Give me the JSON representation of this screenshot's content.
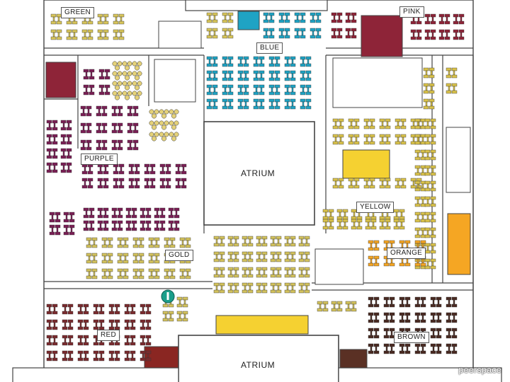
{
  "zones": {
    "green": {
      "label": "GREEN",
      "color": "#d8c55a"
    },
    "pink": {
      "label": "PINK",
      "color": "#8e2438"
    },
    "blue": {
      "label": "BLUE",
      "color": "#1f8aa6"
    },
    "purple": {
      "label": "PURPLE",
      "color": "#7a1f55"
    },
    "yellow": {
      "label": "YELLOW",
      "color": "#d9c24a"
    },
    "gold": {
      "label": "GOLD",
      "color": "#d3c25c"
    },
    "orange": {
      "label": "ORANGE",
      "color": "#f2a31c"
    },
    "red": {
      "label": "RED",
      "color": "#7a2a2e"
    },
    "brown": {
      "label": "BROWN",
      "color": "#4a2a22"
    }
  },
  "atriums": {
    "main": {
      "label": "ATRIUM"
    },
    "bottom": {
      "label": "ATRIUM"
    }
  },
  "accents": {
    "yellow_fill": "#f5d131",
    "orange_fill": "#f5a623",
    "blue_fill": "#1fa3c4",
    "wall": "#444444",
    "marker": "#1b9e8a"
  },
  "watermark": "peerspace"
}
